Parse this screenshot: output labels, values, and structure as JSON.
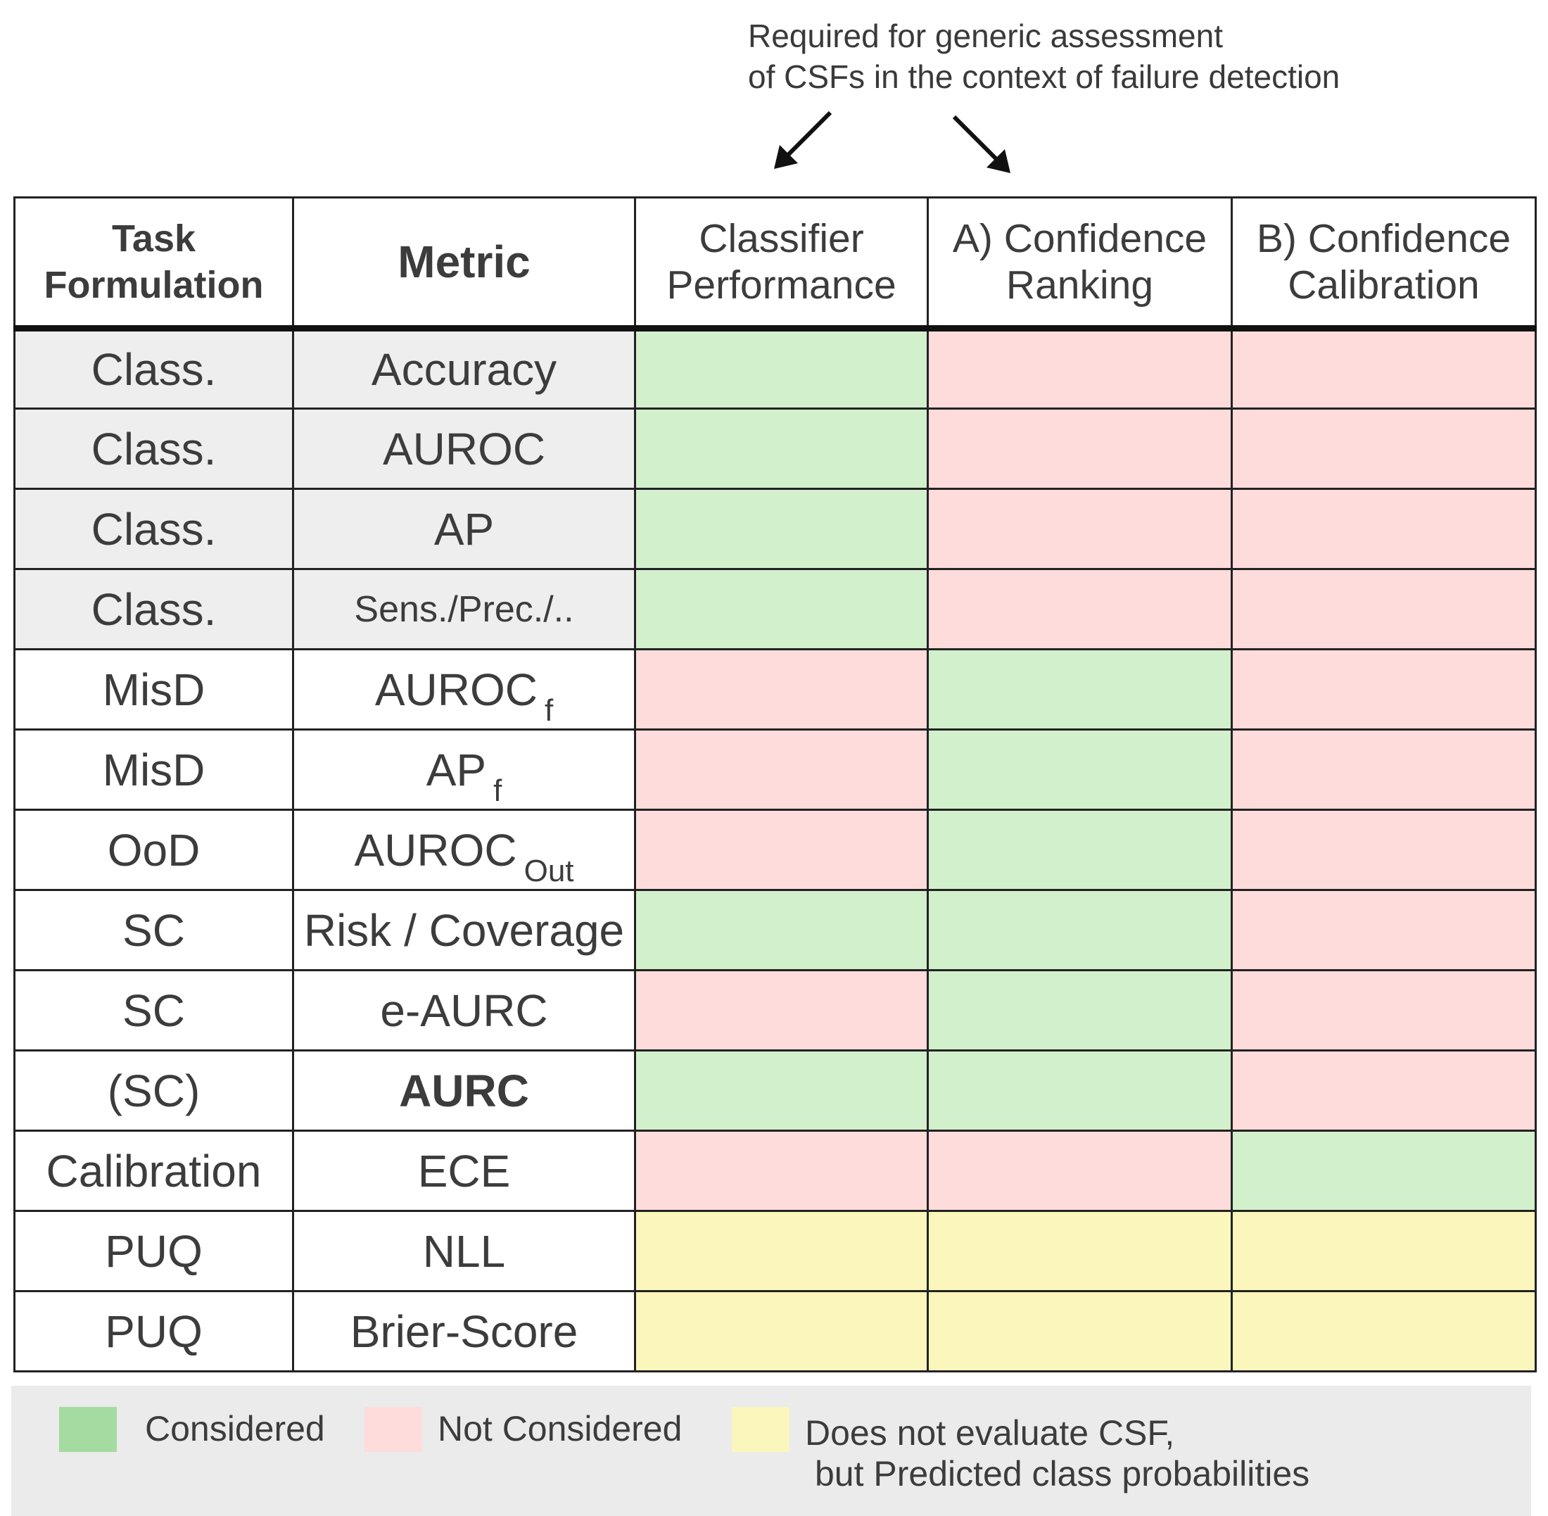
{
  "annotation": {
    "line1": "Required for generic assessment",
    "line2": "of CSFs in the context of failure detection"
  },
  "headers": {
    "task_line1": "Task",
    "task_line2": "Formulation",
    "metric": "Metric",
    "perf_line1": "Classifier",
    "perf_line2": "Performance",
    "rank_line1": "A) Confidence",
    "rank_line2": "Ranking",
    "calib_line1": "B) Confidence",
    "calib_line2": "Calibration"
  },
  "colors": {
    "green": "#d2f0cc",
    "red": "#fddcdb",
    "yellow": "#fbf6bb",
    "legend_green": "#a4dba0",
    "legend_red": "#fddcdb",
    "legend_yellow": "#fbf6bb"
  },
  "rows": [
    {
      "task": "Class.",
      "metric": "Accuracy",
      "sub": "",
      "gray": true,
      "cells": [
        "green",
        "red",
        "red"
      ]
    },
    {
      "task": "Class.",
      "metric": "AUROC",
      "sub": "",
      "gray": true,
      "cells": [
        "green",
        "red",
        "red"
      ]
    },
    {
      "task": "Class.",
      "metric": "AP",
      "sub": "",
      "gray": true,
      "cells": [
        "green",
        "red",
        "red"
      ]
    },
    {
      "task": "Class.",
      "metric": "Sens./Prec./..",
      "sub": "",
      "gray": true,
      "small": true,
      "cells": [
        "green",
        "red",
        "red"
      ]
    },
    {
      "task": "MisD",
      "metric": "AUROC",
      "sub": "f",
      "cells": [
        "red",
        "green",
        "red"
      ]
    },
    {
      "task": "MisD",
      "metric": "AP",
      "sub": "f",
      "cells": [
        "red",
        "green",
        "red"
      ]
    },
    {
      "task": "OoD",
      "metric": "AUROC",
      "sub": "Out",
      "cells": [
        "red",
        "green",
        "red"
      ]
    },
    {
      "task": "SC",
      "metric": "Risk / Coverage",
      "sub": "",
      "cells": [
        "green",
        "green",
        "red"
      ]
    },
    {
      "task": "SC",
      "metric": "e-AURC",
      "sub": "",
      "cells": [
        "red",
        "green",
        "red"
      ]
    },
    {
      "task": "(SC)",
      "metric": "AURC",
      "sub": "",
      "bold": true,
      "cells": [
        "green",
        "green",
        "red"
      ]
    },
    {
      "task": "Calibration",
      "metric": "ECE",
      "sub": "",
      "cells": [
        "red",
        "red",
        "green"
      ]
    },
    {
      "task": "PUQ",
      "metric": "NLL",
      "sub": "",
      "cells": [
        "yellow",
        "yellow",
        "yellow"
      ]
    },
    {
      "task": "PUQ",
      "metric": "Brier-Score",
      "sub": "",
      "cells": [
        "yellow",
        "yellow",
        "yellow"
      ]
    }
  ],
  "legend": {
    "considered": "Considered",
    "not_considered": "Not Considered",
    "no_eval_line1": "Does not evaluate CSF,",
    "no_eval_line2": "but Predicted class probabilities"
  }
}
